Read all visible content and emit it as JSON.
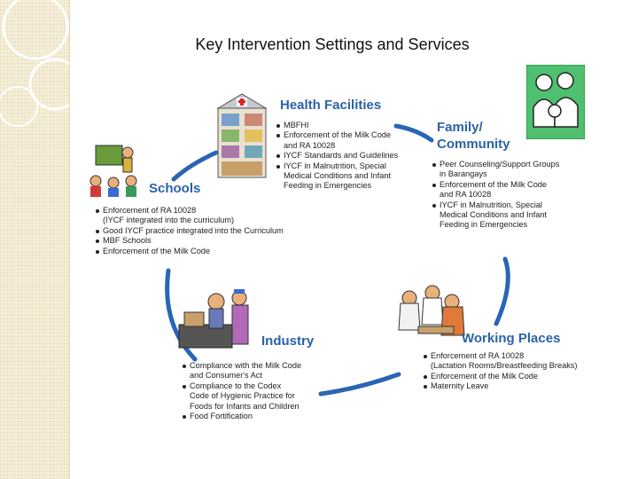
{
  "title": "Key Intervention Settings and Services",
  "colors": {
    "heading": "#2b63a8",
    "ring": "#2a65b5"
  },
  "settings": {
    "health_facilities": {
      "name": "Health Facilities",
      "items": [
        "MBFHI",
        "Enforcement of the Milk Code",
        "and RA 10028",
        "IYCF Standards and Guidelines",
        "IYCF in Malnutrition, Special",
        "Medical Conditions and Infant",
        "Feeding in Emergencies"
      ]
    },
    "family_community": {
      "name_line1": "Family/",
      "name_line2": "Community",
      "items": [
        "Peer Counseling/Support Groups",
        "in Barangays",
        "Enforcement of the Milk Code",
        "and RA 10028",
        "IYCF in Malnutrition, Special",
        "Medical Conditions and Infant",
        "Feeding in Emergencies"
      ]
    },
    "schools": {
      "name": "Schools",
      "items": [
        "Enforcement of RA 10028",
        "(IYCF integrated into the curriculum)",
        "Good IYCF practice integrated into the Curriculum",
        "MBF Schools",
        "Enforcement of the Milk Code"
      ]
    },
    "industry": {
      "name": "Industry",
      "items": [
        "Compliance with the Milk Code",
        "and Consumer's Act",
        "Compliance to the Codex",
        "Code of Hygienic Practice for",
        "Foods for Infants and Children",
        "Food Fortification"
      ]
    },
    "working_places": {
      "name": "Working Places",
      "items": [
        "Enforcement of RA 10028",
        "(Lactation Rooms/Breastfeeding Breaks)",
        "Enforcement of the Milk Code",
        "Maternity Leave"
      ]
    }
  }
}
